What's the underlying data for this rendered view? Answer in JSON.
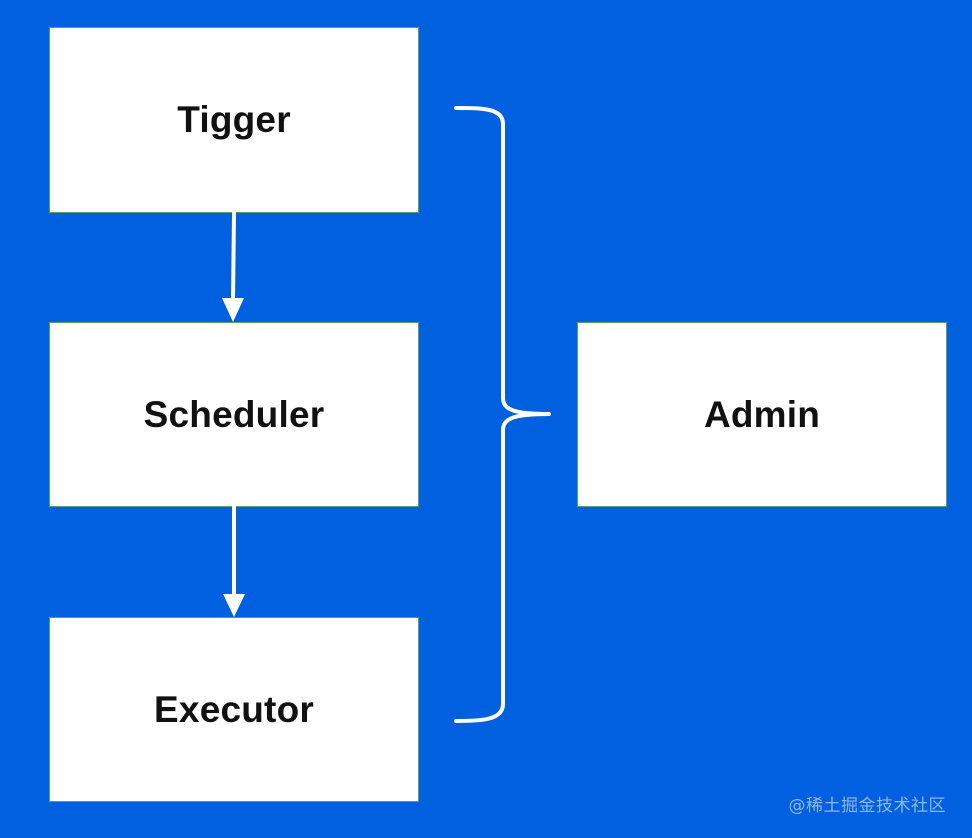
{
  "diagram": {
    "nodes": {
      "trigger": "Tigger",
      "scheduler": "Scheduler",
      "executor": "Executor",
      "admin": "Admin"
    }
  },
  "watermark": "@稀土掘金技术社区",
  "colors": {
    "background": "#0060E0",
    "node_fill": "#FFFFFF",
    "node_border": "#5AA06A",
    "connector": "#FFFFFF",
    "text": "#111111"
  }
}
